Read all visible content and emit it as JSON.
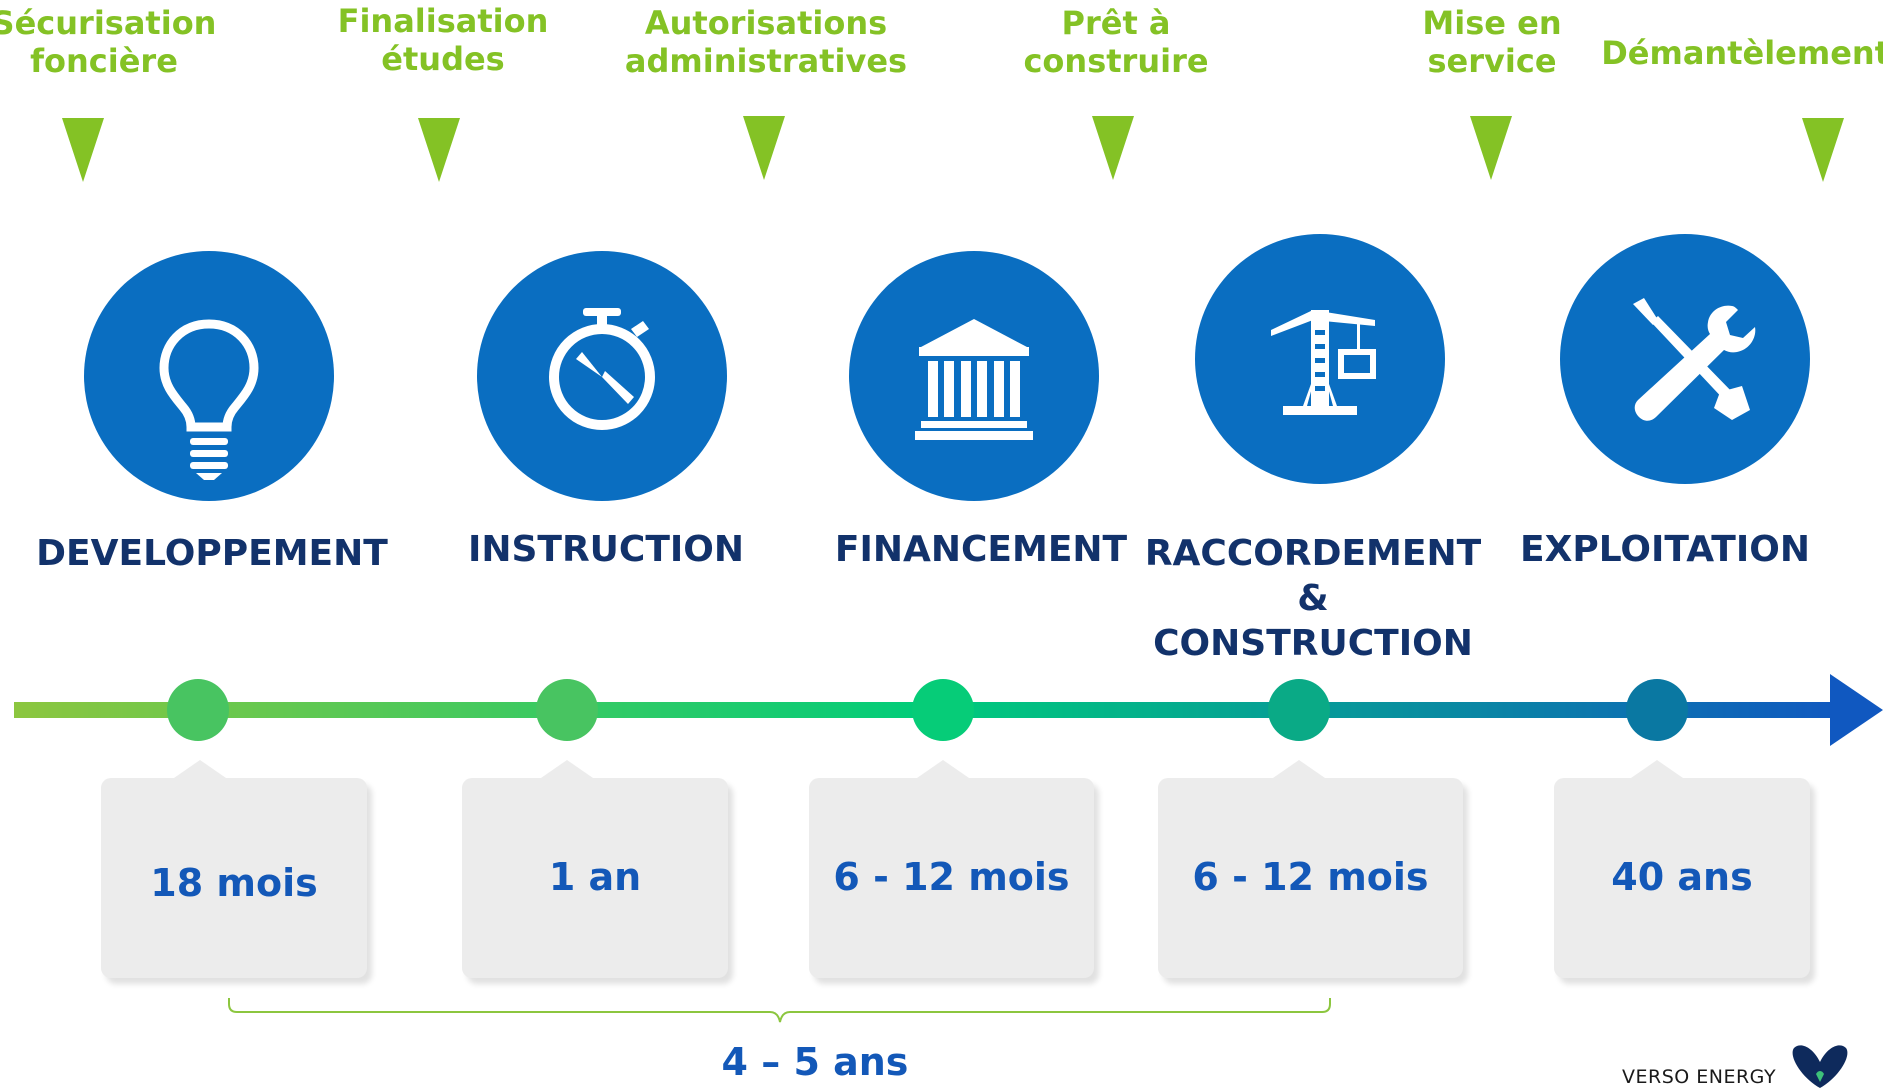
{
  "milestones": [
    {
      "label": "Sécurisation\nfoncière"
    },
    {
      "label": "Finalisation\nétudes"
    },
    {
      "label": "Autorisations\nadministratives"
    },
    {
      "label": "Prêt à\nconstruire"
    },
    {
      "label": "Mise en\nservice"
    },
    {
      "label": "Démantèlement"
    }
  ],
  "phases": [
    {
      "title": "DEVELOPPEMENT",
      "icon": "lightbulb-icon",
      "duration": "18 mois"
    },
    {
      "title": "INSTRUCTION",
      "icon": "stopwatch-icon",
      "duration": "1 an"
    },
    {
      "title": "FINANCEMENT",
      "icon": "bank-icon",
      "duration": "6 - 12 mois"
    },
    {
      "title": "RACCORDEMENT\n&\nCONSTRUCTION",
      "icon": "crane-icon",
      "duration": "6 - 12 mois"
    },
    {
      "title": "EXPLOITATION",
      "icon": "tools-icon",
      "duration": "40 ans"
    }
  ],
  "total_duration": "4 – 5 ans",
  "brand": {
    "name": "VERSO ENERGY",
    "logo_icon": "verso-energy-logo"
  },
  "colors": {
    "milestone_green": "#84c225",
    "circle_blue": "#0a6ec1",
    "phase_title": "#12326b",
    "duration_text": "#1358b8",
    "timeline_start": "#8cc63f",
    "timeline_mid": "#00cc7a",
    "timeline_end": "#1058c0"
  }
}
